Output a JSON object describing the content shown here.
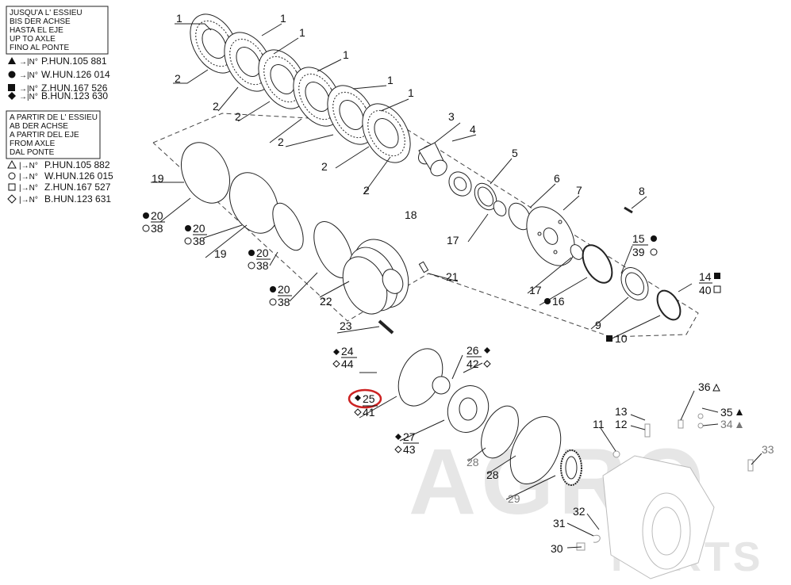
{
  "legend_until": {
    "box_lines": [
      "JUSQU'A L' ESSIEU",
      "BIS DER ACHSE",
      "HASTA EL EJE",
      "UP TO AXLE",
      "FINO AL PONTE"
    ],
    "entries": [
      {
        "symbol": "filled-triangle",
        "arrow": "→|N°",
        "text": "P.HUN.105 881"
      },
      {
        "symbol": "filled-circle",
        "arrow": "→|N°",
        "text": "W.HUN.126 014"
      },
      {
        "symbol": "filled-square",
        "arrow": "→|N°",
        "text": "Z.HUN.167 526"
      },
      {
        "symbol": "filled-diamond",
        "arrow": "→|N°",
        "text": "B.HUN.123 630"
      }
    ]
  },
  "legend_from": {
    "box_lines": [
      "A PARTIR DE L' ESSIEU",
      "AB DER ACHSE",
      "A PARTIR DEL EJE",
      "FROM AXLE",
      "DAL PONTE"
    ],
    "entries": [
      {
        "symbol": "open-triangle",
        "arrow": "|→N°",
        "text": "P.HUN.105 882"
      },
      {
        "symbol": "open-circle",
        "arrow": "|→N°",
        "text": "W.HUN.126 015"
      },
      {
        "symbol": "open-square",
        "arrow": "|→N°",
        "text": "Z.HUN.167 527"
      },
      {
        "symbol": "open-diamond",
        "arrow": "|→N°",
        "text": "B.HUN.123 631"
      }
    ]
  },
  "callouts": {
    "c1a": "1",
    "c1b": "1",
    "c1c": "1",
    "c1d": "1",
    "c1e": "1",
    "c1f": "1",
    "c2a": "2",
    "c2b": "2",
    "c2c": "2",
    "c2d": "2",
    "c2e": "2",
    "c2f": "2",
    "c3": "3",
    "c4": "4",
    "c5": "5",
    "c6": "6",
    "c7": "7",
    "c8": "8",
    "c9": "9",
    "c10": "10",
    "c11": "11",
    "c12": "12",
    "c13": "13",
    "c14": "14",
    "c15": "15",
    "c16": "16",
    "c17a": "17",
    "c17b": "17",
    "c18": "18",
    "c19a": "19",
    "c19b": "19",
    "c20a": "20",
    "c20b": "20",
    "c20c": "20",
    "c20d": "20",
    "c21": "21",
    "c22": "22",
    "c23": "23",
    "c24": "24",
    "c25": "25",
    "c26": "26",
    "c27": "27",
    "c28a": "28",
    "c28b": "28",
    "c29": "29",
    "c30": "30",
    "c31": "31",
    "c32": "32",
    "c33": "33",
    "c34": "34",
    "c35": "35",
    "c36": "36",
    "c38a": "38",
    "c38b": "38",
    "c38c": "38",
    "c38d": "38",
    "c39": "39",
    "c40": "40",
    "c41": "41",
    "c42": "42",
    "c43": "43",
    "c44": "44"
  },
  "highlight": {
    "part": "25",
    "color": "#cc2222"
  },
  "watermark": {
    "line1": "AGRO",
    "line2": "PARTS"
  }
}
